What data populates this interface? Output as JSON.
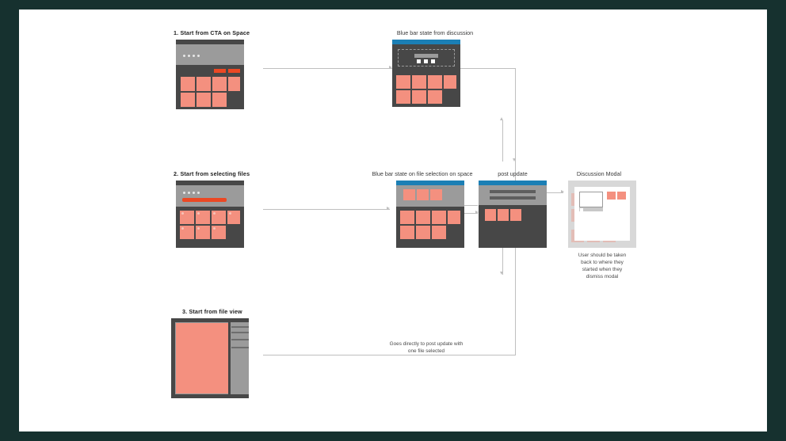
{
  "page": {
    "border_color": "#16312F",
    "canvas_color": "#FFFFFF",
    "accent_salmon": "#F4907F",
    "accent_blue": "#1B7FB5",
    "accent_red": "#EB4824",
    "dark_panel": "#474747",
    "mid_gray": "#9B9B9B",
    "connector_gray": "#BFBFBF"
  },
  "steps": [
    {
      "id": "step-1",
      "title": "1. Start from CTA on Space"
    },
    {
      "id": "step-2",
      "title": "2. Start from selecting files"
    },
    {
      "id": "step-3",
      "title": "3. Start from file view"
    }
  ],
  "nodes": {
    "blue_bar_discussion": {
      "label": "Blue bar state from discussion"
    },
    "blue_bar_file_selection": {
      "label": "Blue bar state on file selection on space"
    },
    "post_update": {
      "label": "post update"
    },
    "discussion_modal": {
      "label": "Discussion Modal"
    }
  },
  "notes": {
    "modal_dismiss": "User should be taken\nback to where they\nstarted when they\ndismiss modal",
    "direct_post": "Goes directly to post update with\none file selected"
  },
  "mock_counts": {
    "cta_window_dots": 4,
    "cta_red_buttons": 2,
    "cta_tiles_row1": 4,
    "cta_tiles_row2": 3,
    "selection_dots": 4,
    "selection_tiles_row1": 4,
    "selection_tiles_row2": 3,
    "selection_checked": 7,
    "blue_bar_mini_squares": 3,
    "blue_file_sel_header_tiles": 3,
    "post_update_tiles": 3,
    "post_update_text_bars": 2,
    "discussion_modal_tiles": 2
  }
}
